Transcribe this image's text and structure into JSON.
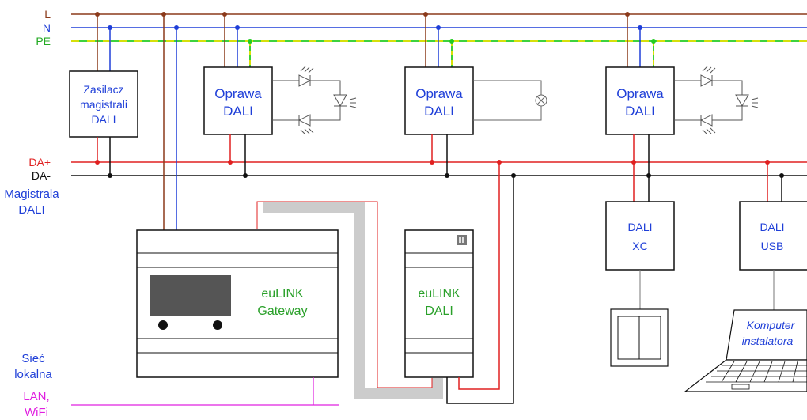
{
  "bus_labels": {
    "L": "L",
    "N": "N",
    "PE": "PE",
    "DA_plus": "DA+",
    "DA_minus": "DA-",
    "magistrala_line1": "Magistrala",
    "magistrala_line2": "DALI"
  },
  "network_labels": {
    "siec_line1": "Sieć",
    "siec_line2": "lokalna",
    "lan_line1": "LAN,",
    "lan_line2": "WiFi"
  },
  "devices": {
    "zasilacz": {
      "line1": "Zasilacz",
      "line2": "magistrali",
      "line3": "DALI"
    },
    "oprawa1": {
      "line1": "Oprawa",
      "line2": "DALI"
    },
    "oprawa2": {
      "line1": "Oprawa",
      "line2": "DALI"
    },
    "oprawa3": {
      "line1": "Oprawa",
      "line2": "DALI"
    },
    "gateway": {
      "line1": "euLINK",
      "line2": "Gateway"
    },
    "eulink_dali": {
      "line1": "euLINK",
      "line2": "DALI"
    },
    "dali_xc": {
      "line1": "DALI",
      "line2": "XC"
    },
    "dali_usb": {
      "line1": "DALI",
      "line2": "USB"
    },
    "komputer": {
      "line1": "Komputer",
      "line2": "instalatora"
    }
  },
  "colors": {
    "L": "#8b3a1a",
    "N": "#1f3fd8",
    "PE_green": "#22cc22",
    "PE_yellow": "#e8e000",
    "DA_plus": "#e02020",
    "DA_minus": "#111111",
    "text_blue": "#1f3fd8",
    "text_green": "#2aa02a",
    "lan_magenta": "#e020e0",
    "cable_gray": "#cccccc"
  }
}
